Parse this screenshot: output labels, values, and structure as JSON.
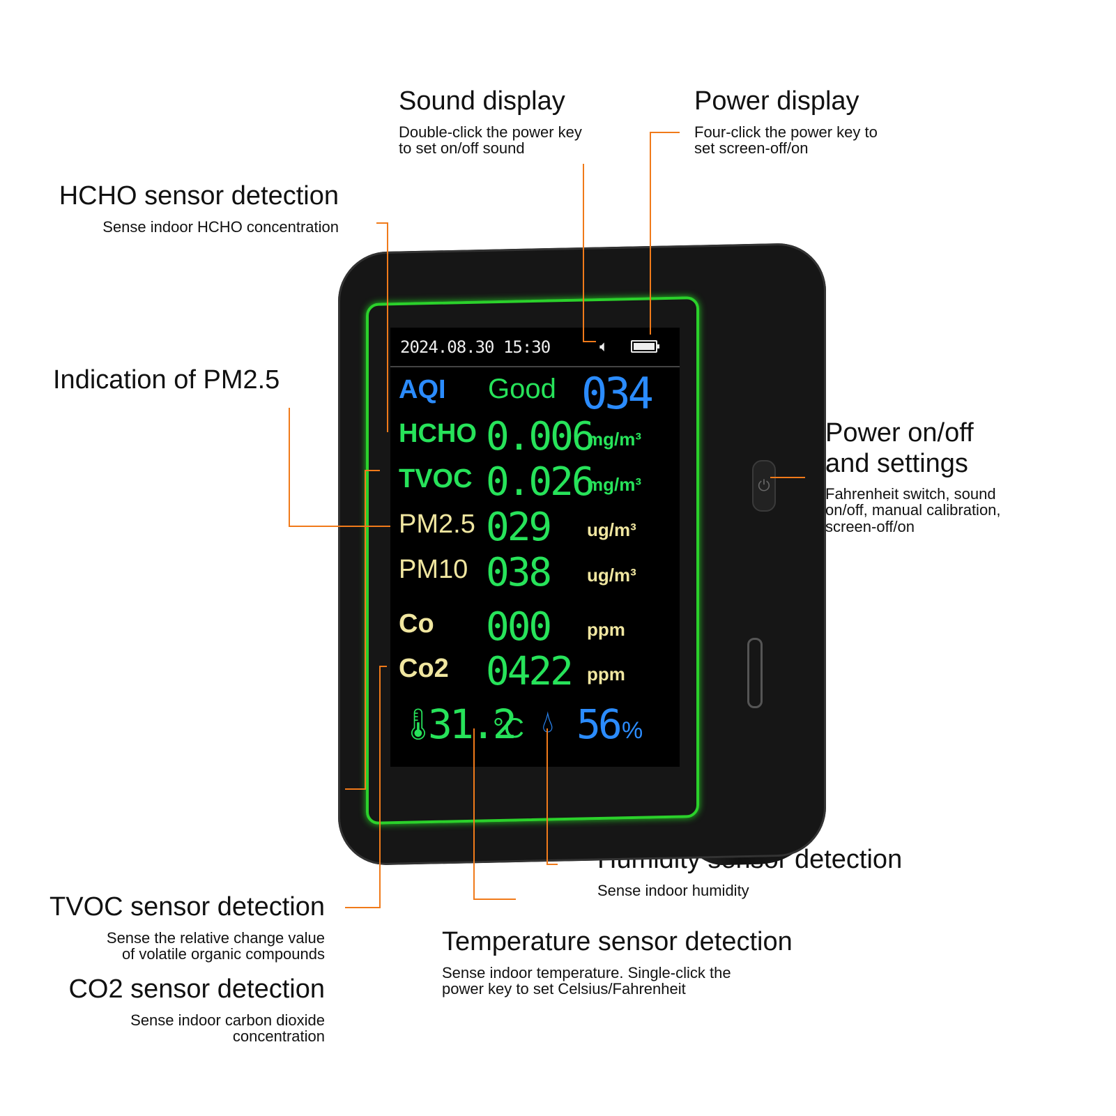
{
  "colors": {
    "leader": "#f07a1a",
    "bezel": "#2bd12b",
    "lcd_blue": "#2b8cff",
    "lcd_green": "#27e35a",
    "lcd_yellow": "#f0e6a0",
    "lcd_white": "#eeeeee"
  },
  "callouts": {
    "sound": {
      "title": "Sound display",
      "desc": [
        "Double-click the power key",
        "to set on/off sound"
      ]
    },
    "power_display": {
      "title": "Power display",
      "desc": [
        "Four-click the power key to",
        "set screen-off/on"
      ]
    },
    "hcho": {
      "title": "HCHO sensor detection",
      "desc": [
        "Sense indoor HCHO concentration"
      ]
    },
    "pm25": {
      "title": "Indication of PM2.5"
    },
    "power_button": {
      "title": [
        "Power on/off",
        "and settings"
      ],
      "desc": [
        "Fahrenheit switch, sound",
        "on/off, manual calibration,",
        "screen-off/on"
      ]
    },
    "humidity": {
      "title": "Humidity sensor detection",
      "desc": [
        "Sense indoor humidity"
      ]
    },
    "tvoc": {
      "title": "TVOC sensor detection",
      "desc": [
        "Sense the relative change value",
        "of volatile organic compounds"
      ]
    },
    "co2": {
      "title": "CO2 sensor detection",
      "desc": [
        "Sense indoor carbon dioxide",
        "concentration"
      ]
    },
    "temperature": {
      "title": "Temperature sensor detection",
      "desc": [
        "Sense indoor temperature. Single-click the",
        "power key to set Celsius/Fahrenheit"
      ]
    }
  },
  "screen": {
    "datetime": "2024.08.30 15:30",
    "speaker_icon": "speaker-icon",
    "battery_icon": "battery-icon",
    "battery_level": 1.0,
    "aqi": {
      "label": "AQI",
      "status": "Good",
      "value": "034"
    },
    "rows": [
      {
        "label": "HCHO",
        "value": "0.006",
        "unit": "mg/m³"
      },
      {
        "label": "TVOC",
        "value": "0.026",
        "unit": "mg/m³"
      },
      {
        "label": "PM2.5",
        "value": "029",
        "unit": "ug/m³"
      },
      {
        "label": "PM10",
        "value": "038",
        "unit": "ug/m³"
      },
      {
        "label": "Co",
        "value": "000",
        "unit": "ppm"
      },
      {
        "label": "Co2",
        "value": "0422",
        "unit": "ppm"
      }
    ],
    "temperature": {
      "value": "31.2",
      "unit": "°C",
      "icon": "thermometer-icon"
    },
    "humidity": {
      "value": "56",
      "unit": "%",
      "icon": "water-drop-icon"
    }
  },
  "device": {
    "power_button_icon": "power-icon"
  }
}
